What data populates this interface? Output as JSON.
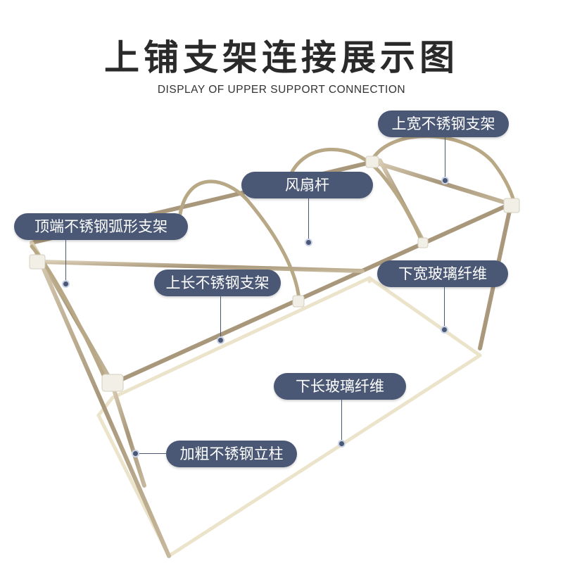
{
  "header": {
    "title": "上铺支架连接展示图",
    "subtitle": "DISPLAY OF UPPER SUPPORT CONNECTION"
  },
  "callouts": [
    {
      "id": "upper-wide-steel-bracket",
      "label": "上宽不锈钢支架"
    },
    {
      "id": "fan-rod",
      "label": "风扇杆"
    },
    {
      "id": "top-steel-arc-bracket",
      "label": "顶端不锈钢弧形支架"
    },
    {
      "id": "upper-long-steel-bracket",
      "label": "上长不锈钢支架"
    },
    {
      "id": "lower-wide-fiberglass",
      "label": "下宽玻璃纤维"
    },
    {
      "id": "lower-long-fiberglass",
      "label": "下长玻璃纤维"
    },
    {
      "id": "thick-steel-post",
      "label": "加粗不锈钢立柱"
    }
  ],
  "colors": {
    "callout_bg": "#4a5875",
    "callout_text": "#ffffff",
    "steel": "#b5a78c",
    "fiberglass": "#ece6cf"
  }
}
